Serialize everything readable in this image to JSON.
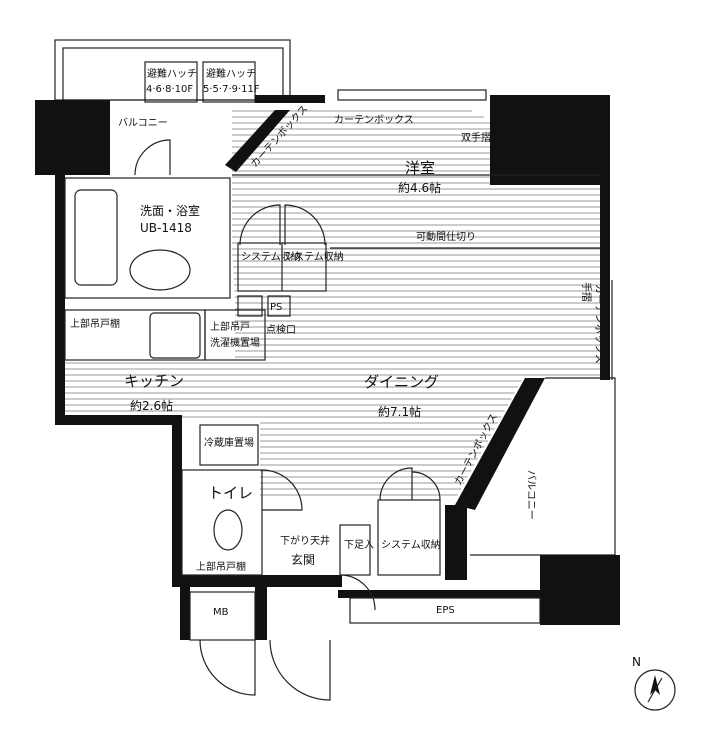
{
  "rooms": {
    "western_room": {
      "name": "洋室",
      "size": "約4.6帖"
    },
    "dining": {
      "name": "ダイニング",
      "size": "約7.1帖"
    },
    "kitchen": {
      "name": "キッチン",
      "size": "約2.6帖"
    },
    "bath": {
      "name": "洗面・浴室",
      "model": "UB-1418"
    },
    "toilet": {
      "name": "トイレ"
    },
    "entrance": {
      "name": "玄関"
    }
  },
  "labels": {
    "balcony_top": "バルコニー",
    "balcony_right": "バルコニー",
    "curtain_box_top": "カーテンボックス",
    "curtain_box_diag": "カーテンボックス",
    "curtain_box_right": "カーテンボックス",
    "curtain_box_lower": "カーテンボックス",
    "rail_top": "双手摺",
    "rail_right": "手摺",
    "movable_partition": "可動間仕切り",
    "system_storage_1": "システム収納",
    "system_storage_2": "システム収納",
    "system_storage_3": "システム収納",
    "ps": "PS",
    "inspection_port": "点検口",
    "upper_cabinet_left": "上部吊戸棚",
    "upper_cabinet_wash": "上部吊戸",
    "washer_space": "洗濯機置場",
    "fridge_space": "冷蔵庫置場",
    "dropped_ceiling": "下がり天井",
    "shoebox": "下足入",
    "upper_cabinet_toilet": "上部吊戸棚",
    "mb": "MB",
    "eps": "EPS",
    "hatch_1": "避難ハッチ",
    "hatch_1_floors": "4·6·8·10F",
    "hatch_2": "避難ハッチ",
    "hatch_2_floors": "5·5·7·9·11F",
    "compass": "N"
  }
}
